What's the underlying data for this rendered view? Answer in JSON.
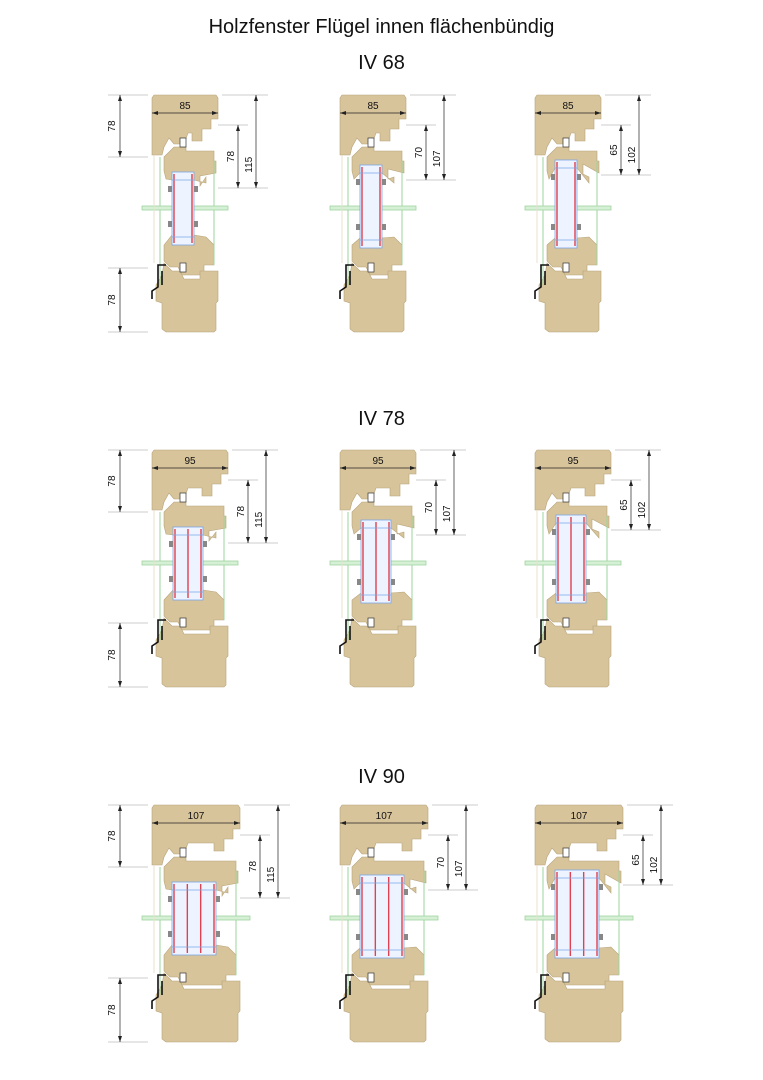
{
  "title": "Holzfenster  Flügel innen flächenbündig",
  "colors": {
    "wood": "#d8c49b",
    "wood_edge": "#b8a47a",
    "glass_edge": "#e04050",
    "glass_spacer": "#7aa6e8",
    "seal_line": "#9ed49e"
  },
  "rows": [
    {
      "label": "IV 68",
      "width_label": "85",
      "left_dims": [
        "78",
        "78"
      ],
      "columns": [
        {
          "inner": "78",
          "outer": "115"
        },
        {
          "inner": "70",
          "outer": "107"
        },
        {
          "inner": "65",
          "outer": "102"
        }
      ]
    },
    {
      "label": "IV 78",
      "width_label": "95",
      "left_dims": [
        "78",
        "78"
      ],
      "columns": [
        {
          "inner": "78",
          "outer": "115"
        },
        {
          "inner": "70",
          "outer": "107"
        },
        {
          "inner": "65",
          "outer": "102"
        }
      ]
    },
    {
      "label": "IV 90",
      "width_label": "107",
      "left_dims": [
        "78",
        "78"
      ],
      "columns": [
        {
          "inner": "78",
          "outer": "115"
        },
        {
          "inner": "70",
          "outer": "107"
        },
        {
          "inner": "65",
          "outer": "102"
        }
      ]
    }
  ]
}
